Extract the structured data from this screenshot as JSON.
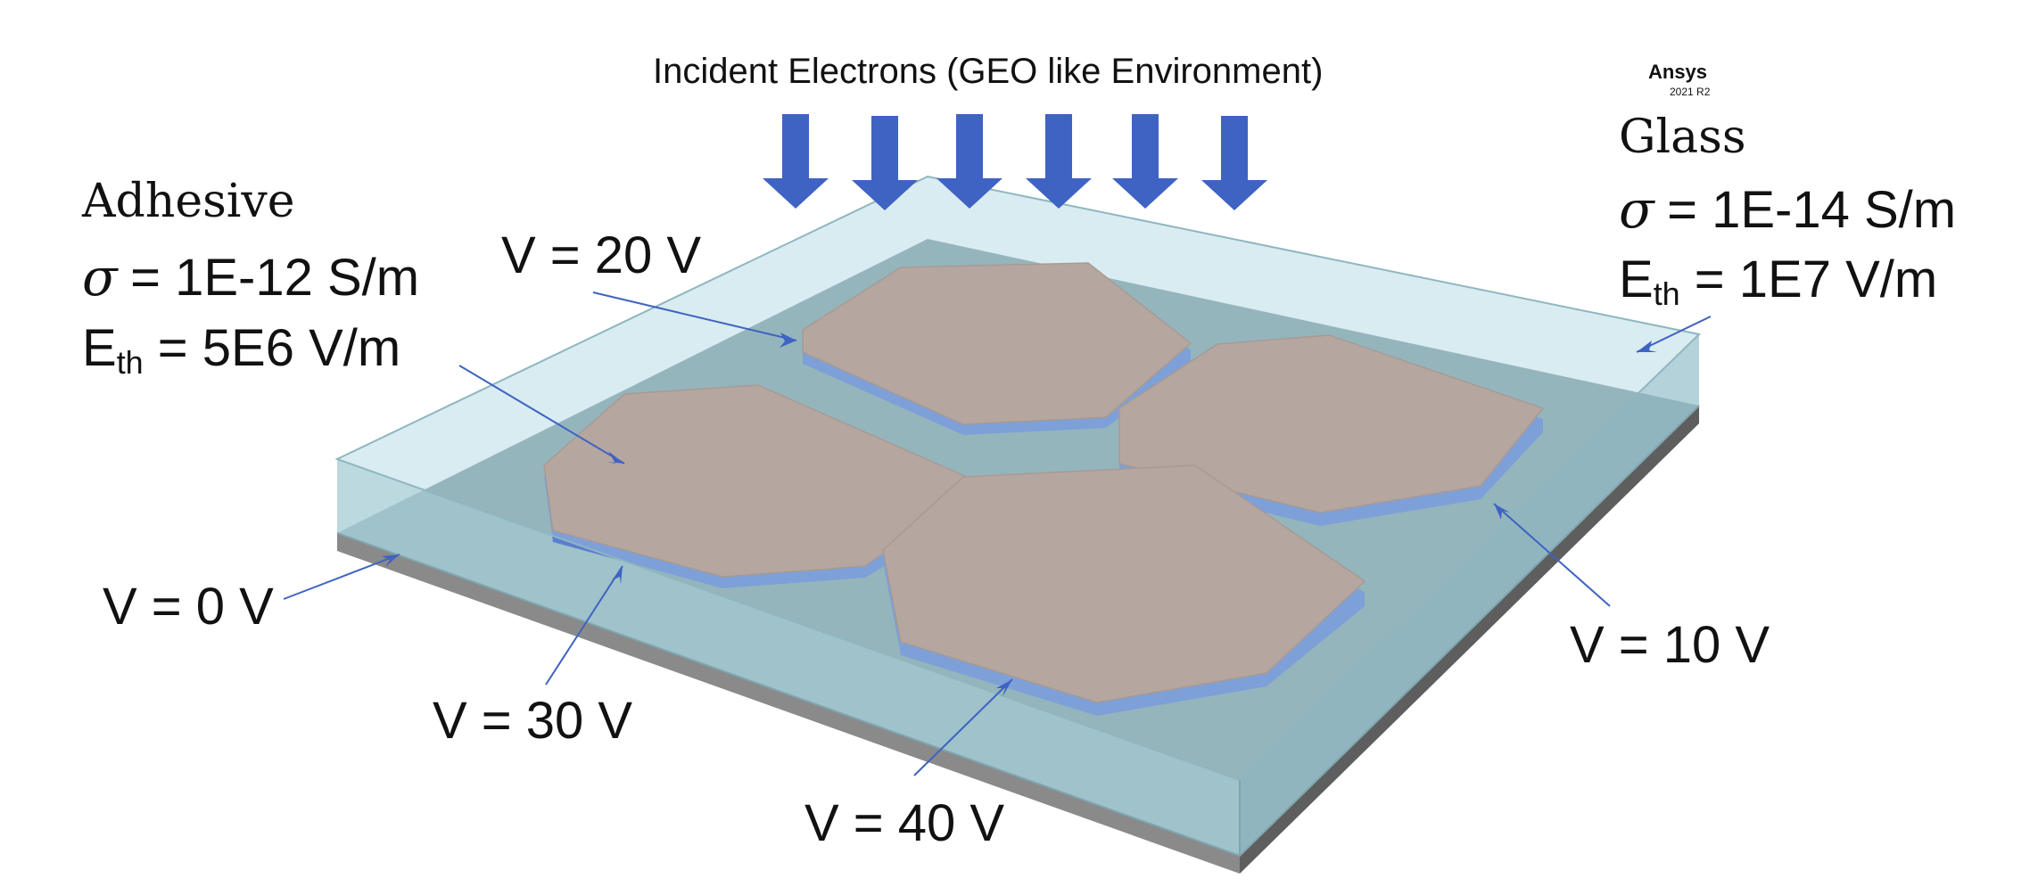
{
  "header": {
    "title": "Incident Electrons (GEO like Environment)"
  },
  "logo": {
    "name": "Ansys",
    "version": "2021 R2"
  },
  "materials": {
    "adhesive": {
      "name": "Adhesive",
      "sigma_symbol": "σ",
      "sigma": "= 1E-12 S/m",
      "eth_main": "E",
      "eth_sub": "th",
      "eth_value": "= 5E6 V/m"
    },
    "glass": {
      "name": "Glass",
      "sigma_symbol": "σ",
      "sigma": "= 1E-14 S/m",
      "eth_main": "E",
      "eth_sub": "th",
      "eth_value": "= 1E7 V/m"
    }
  },
  "voltages": {
    "v20": "V = 20 V",
    "v0": "V = 0 V",
    "v30": "V = 30 V",
    "v40": "V = 40 V",
    "v10": "V = 10 V"
  },
  "colors": {
    "arrow": "#3f63c2",
    "glass_top": "#bfe0e8",
    "glass_side": "#a9cfd8",
    "glass_edge": "#8fb6c0",
    "plate_base": "#7f9ea6",
    "ground_plane": "#6d6d6d",
    "octagon_top": "#b0897a",
    "octagon_edge": "#5a7fd0",
    "leader_line": "#3f63c2"
  },
  "icons": {
    "incident_arrows": "down-arrow-icon"
  }
}
